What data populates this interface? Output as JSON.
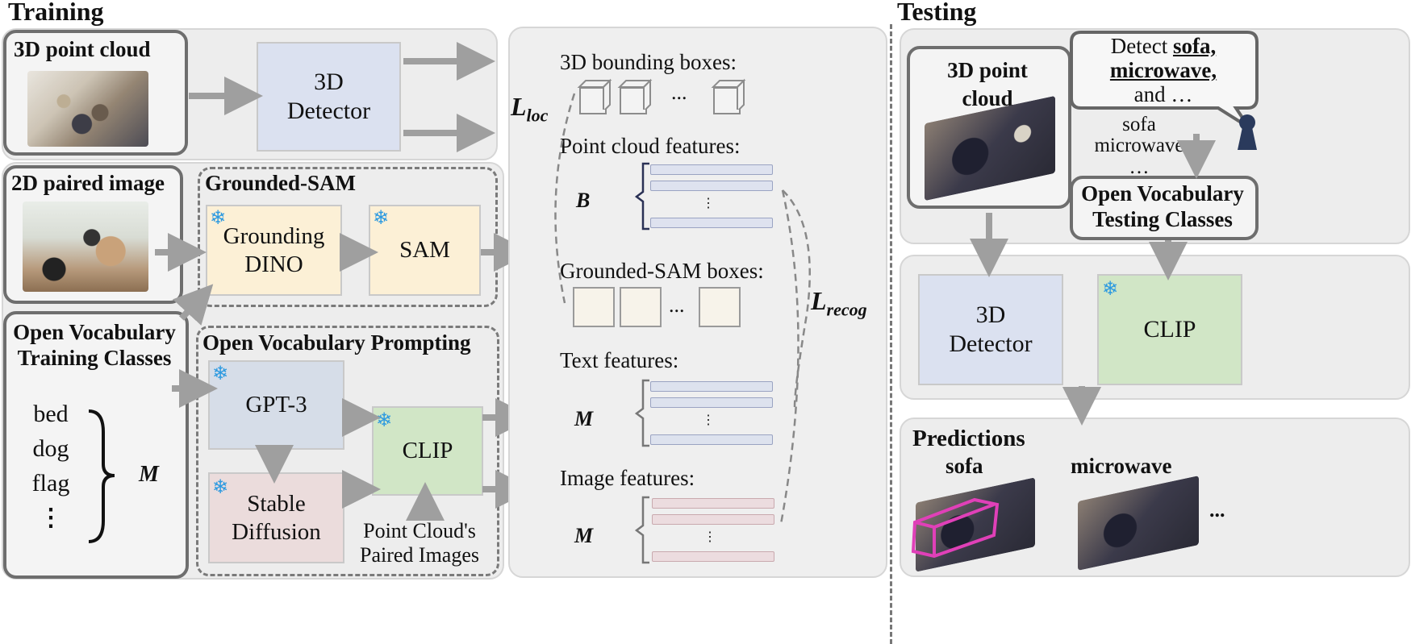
{
  "training": {
    "title": "Training",
    "point_cloud_label": "3D point cloud",
    "detector_label": "3D\nDetector",
    "paired_image_label": "2D paired image",
    "grounded_sam_title": "Grounded-SAM",
    "grounding_dino_label": "Grounding\nDINO",
    "sam_label": "SAM",
    "ov_training_classes_label": "Open Vocabulary\nTraining Classes",
    "class_list": [
      "bed",
      "dog",
      "flag",
      "⋮"
    ],
    "class_count_symbol": "M",
    "ov_prompting_title": "Open Vocabulary Prompting",
    "gpt3_label": "GPT-3",
    "stable_diffusion_label": "Stable\nDiffusion",
    "clip_label": "CLIP",
    "paired_images_caption": "Point Cloud's\nPaired Images"
  },
  "features": {
    "bbox_label": "3D bounding boxes:",
    "ellipsis": "...",
    "pc_features_label": "Point cloud features:",
    "pc_count_symbol": "B",
    "gsam_boxes_label": "Grounded-SAM boxes:",
    "text_features_label": "Text features:",
    "text_count_symbol": "M",
    "image_features_label": "Image features:",
    "image_count_symbol": "M",
    "vdots": "⋮",
    "loss_loc": "L",
    "loss_loc_sub": "loc",
    "loss_recog": "L",
    "loss_recog_sub": "recog"
  },
  "testing": {
    "title": "Testing",
    "point_cloud_label": "3D point\ncloud",
    "query_prefix": "Detect ",
    "query_word1": "sofa,",
    "query_word2": "microwave,",
    "query_suffix": "and …",
    "class_words": [
      "sofa",
      "microwave",
      "…"
    ],
    "ov_testing_classes_label": "Open Vocabulary\nTesting Classes",
    "detector_label": "3D\nDetector",
    "clip_label": "CLIP",
    "predictions_title": "Predictions",
    "pred_sofa": "sofa",
    "pred_microwave": "microwave",
    "pred_more": "..."
  },
  "colors": {
    "detector": "#dbe1f0",
    "grounding": "#fcf0d6",
    "gpt3": "#d6dde8",
    "stable_diffusion": "#ebdcdc",
    "clip": "#d1e6c6",
    "pc_feature": "#dee2ef",
    "text_feature": "#dde2ee",
    "image_feature": "#ecdcdf",
    "arrow": "#9f9f9f",
    "pred_box": "#e040b8"
  },
  "icons": [
    "snowflake-icon",
    "person-icon",
    "arrow-icon",
    "brace-icon"
  ]
}
